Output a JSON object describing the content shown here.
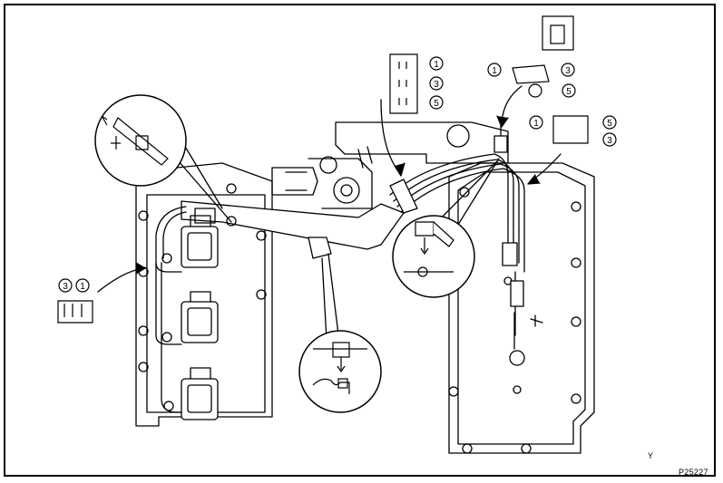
{
  "figure": {
    "reference_code": "P25227",
    "corner_mark": "Y"
  },
  "clamp_labels": {
    "top_center": [
      "1",
      "3",
      "5"
    ],
    "top_right": [
      "1",
      "3",
      "5"
    ],
    "right": [
      "1",
      "5",
      "3"
    ],
    "left": [
      "3",
      "1"
    ]
  },
  "colors": {
    "line": "#000000",
    "background": "#ffffff",
    "shade": "#e6e6e6"
  }
}
